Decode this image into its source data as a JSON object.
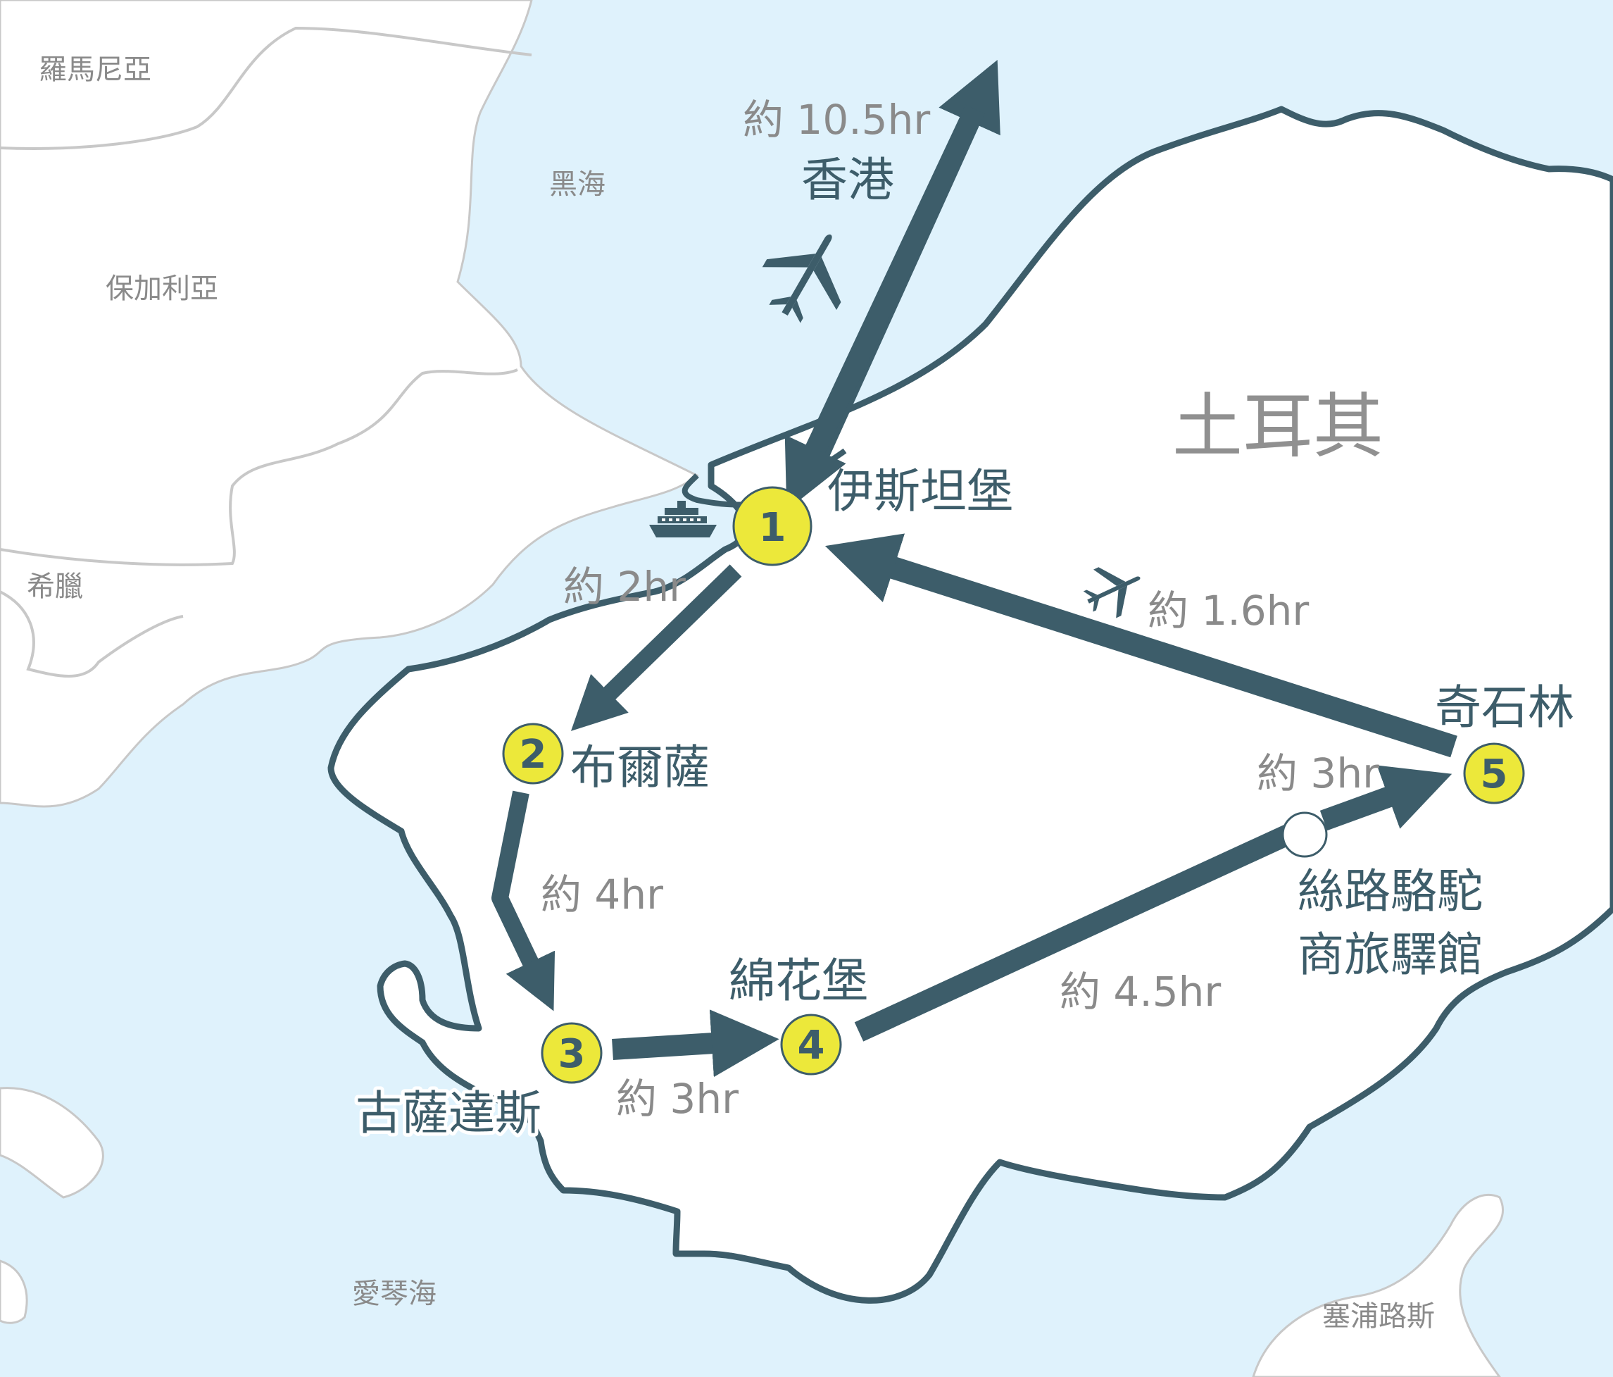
{
  "colors": {
    "sea": "#dff2fc",
    "land": "#ffffff",
    "route": "#3d5d6a",
    "stop_fill": "#ece83a",
    "label_gray": "#8a8a8a",
    "border_gray": "#c8c8c8"
  },
  "regions": {
    "romania": "羅馬尼亞",
    "bulgaria": "保加利亞",
    "greece": "希臘",
    "black_sea": "黑海",
    "turkey": "土耳其",
    "aegean_sea": "愛琴海",
    "cyprus": "塞浦路斯"
  },
  "stops": [
    {
      "number": "1",
      "name": "伊斯坦堡"
    },
    {
      "number": "2",
      "name": "布爾薩"
    },
    {
      "number": "3",
      "name": "古薩達斯"
    },
    {
      "number": "4",
      "name": "綿花堡"
    },
    {
      "number": "5",
      "name": "奇石林"
    }
  ],
  "waypoint": {
    "name_line1": "絲路駱駝",
    "name_line2": "商旅驛館"
  },
  "external_destination": {
    "name": "香港"
  },
  "durations": {
    "hong_kong_flight": "約 10.5hr",
    "istanbul_bursa": "約 2hr",
    "bursa_kusadasi": "約 4hr",
    "kusadasi_pamukkale": "約 3hr",
    "pamukkale_caravanserai": "約 4.5hr",
    "caravanserai_cappadocia": "約 3hr",
    "cappadocia_istanbul_flight": "約 1.6hr"
  },
  "icons": [
    "airplane-icon",
    "airplane-icon",
    "ship-icon"
  ]
}
